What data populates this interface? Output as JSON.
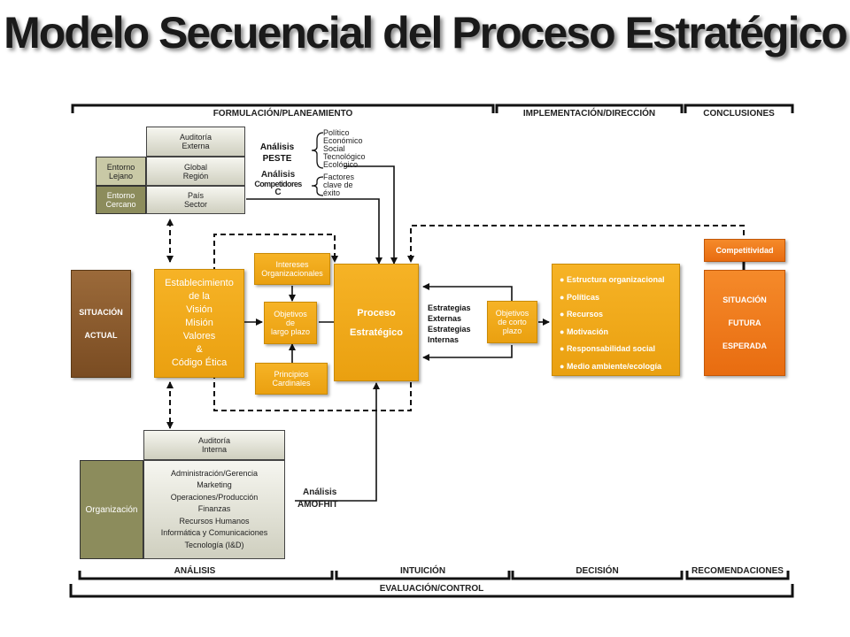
{
  "title": "Modelo Secuencial del Proceso Estratégico",
  "phases_top": [
    "FORMULACIÓN/PLANEAMIENTO",
    "IMPLEMENTACIÓN/DIRECCIÓN",
    "CONCLUSIONES"
  ],
  "phases_bottom": [
    "ANÁLISIS",
    "INTUICIÓN",
    "DECISIÓN",
    "RECOMENDACIONES"
  ],
  "evaluation": "EVALUACIÓN/CONTROL",
  "external_audit": {
    "title": [
      "Auditoría",
      "Externa"
    ],
    "far_label": [
      "Entorno",
      "Lejano"
    ],
    "far_items": [
      "Global",
      "Región"
    ],
    "near_label": [
      "Entorno",
      "Cercano"
    ],
    "near_items": [
      "País",
      "Sector"
    ]
  },
  "peste": {
    "label": [
      "Análisis",
      "PESTE"
    ],
    "items": [
      "Político",
      "Económico",
      "Social",
      "Tecnológico",
      "Ecológico"
    ]
  },
  "competitors": {
    "label": [
      "Análisis",
      "Competidores",
      "C"
    ],
    "items": [
      "Factores",
      "clave de",
      "éxito"
    ]
  },
  "current_situation": [
    "SITUACIÓN",
    "ACTUAL"
  ],
  "establishment": [
    "Establecimiento",
    "de la",
    "Visión",
    "Misión",
    "Valores",
    "&",
    "Código Ética"
  ],
  "interests": [
    "Intereses",
    "Organizacionales"
  ],
  "long_term_objectives": [
    "Objetivos",
    "de",
    "largo plazo"
  ],
  "principles": [
    "Principios",
    "Cardinales"
  ],
  "strategic_process": [
    "Proceso",
    "Estratégico"
  ],
  "strategies": [
    "Estrategias",
    "Externas",
    "Estrategias",
    "Internas"
  ],
  "short_term_objectives": [
    "Objetivos",
    "de corto",
    "plazo"
  ],
  "implementation_items": [
    "Estructura organizacional",
    "Políticas",
    "Recursos",
    "Motivación",
    "Responsabilidad social",
    "Medio ambiente/ecología"
  ],
  "competitiveness": "Competitividad",
  "future_situation": [
    "SITUACIÓN",
    "FUTURA",
    "ESPERADA"
  ],
  "internal_audit": {
    "title": [
      "Auditoría",
      "Interna"
    ],
    "org_label": "Organización",
    "items": [
      "Administración/Gerencia",
      "Marketing",
      "Operaciones/Producción",
      "Finanzas",
      "Recursos Humanos",
      "Informática y Comunicaciones",
      "Tecnología (I&D)"
    ]
  },
  "amofhit": [
    "Análisis",
    "AMOFHIT"
  ],
  "colors": {
    "orange": "#f0a81a",
    "brown": "#8b5a2b",
    "future": "#f27a18",
    "olive": "#c9c9a6",
    "olive_dark": "#8c8c5c"
  }
}
